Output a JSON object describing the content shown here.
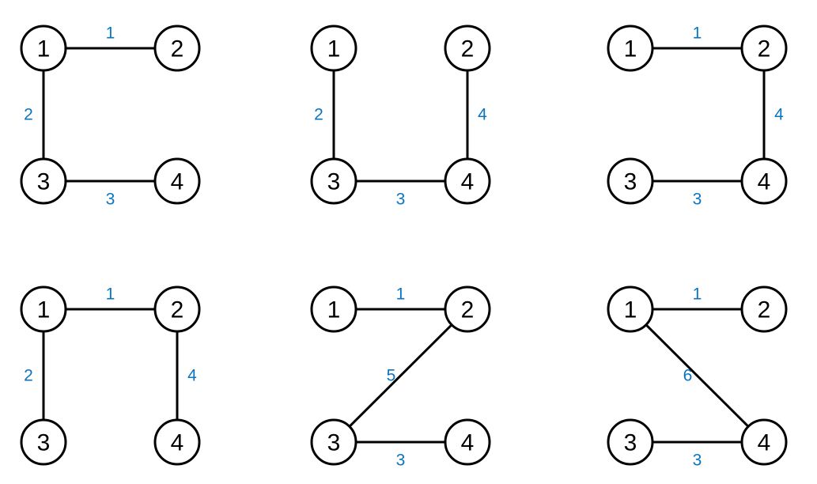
{
  "colors": {
    "edge": "#000000",
    "node_stroke": "#000000",
    "node_fill": "#ffffff",
    "weight": "#0a74c0"
  },
  "graphs": [
    {
      "nodes": [
        "1",
        "2",
        "3",
        "4"
      ],
      "edges": [
        {
          "from": "1",
          "to": "2",
          "weight": "1"
        },
        {
          "from": "1",
          "to": "3",
          "weight": "2"
        },
        {
          "from": "3",
          "to": "4",
          "weight": "3"
        }
      ]
    },
    {
      "nodes": [
        "1",
        "2",
        "3",
        "4"
      ],
      "edges": [
        {
          "from": "1",
          "to": "3",
          "weight": "2"
        },
        {
          "from": "2",
          "to": "4",
          "weight": "4"
        },
        {
          "from": "3",
          "to": "4",
          "weight": "3"
        }
      ]
    },
    {
      "nodes": [
        "1",
        "2",
        "3",
        "4"
      ],
      "edges": [
        {
          "from": "1",
          "to": "2",
          "weight": "1"
        },
        {
          "from": "2",
          "to": "4",
          "weight": "4"
        },
        {
          "from": "3",
          "to": "4",
          "weight": "3"
        }
      ]
    },
    {
      "nodes": [
        "1",
        "2",
        "3",
        "4"
      ],
      "edges": [
        {
          "from": "1",
          "to": "2",
          "weight": "1"
        },
        {
          "from": "1",
          "to": "3",
          "weight": "2"
        },
        {
          "from": "2",
          "to": "4",
          "weight": "4"
        }
      ]
    },
    {
      "nodes": [
        "1",
        "2",
        "3",
        "4"
      ],
      "edges": [
        {
          "from": "1",
          "to": "2",
          "weight": "1"
        },
        {
          "from": "2",
          "to": "3",
          "weight": "5"
        },
        {
          "from": "3",
          "to": "4",
          "weight": "3"
        }
      ]
    },
    {
      "nodes": [
        "1",
        "2",
        "3",
        "4"
      ],
      "edges": [
        {
          "from": "1",
          "to": "2",
          "weight": "1"
        },
        {
          "from": "1",
          "to": "4",
          "weight": "6"
        },
        {
          "from": "3",
          "to": "4",
          "weight": "3"
        }
      ]
    }
  ]
}
